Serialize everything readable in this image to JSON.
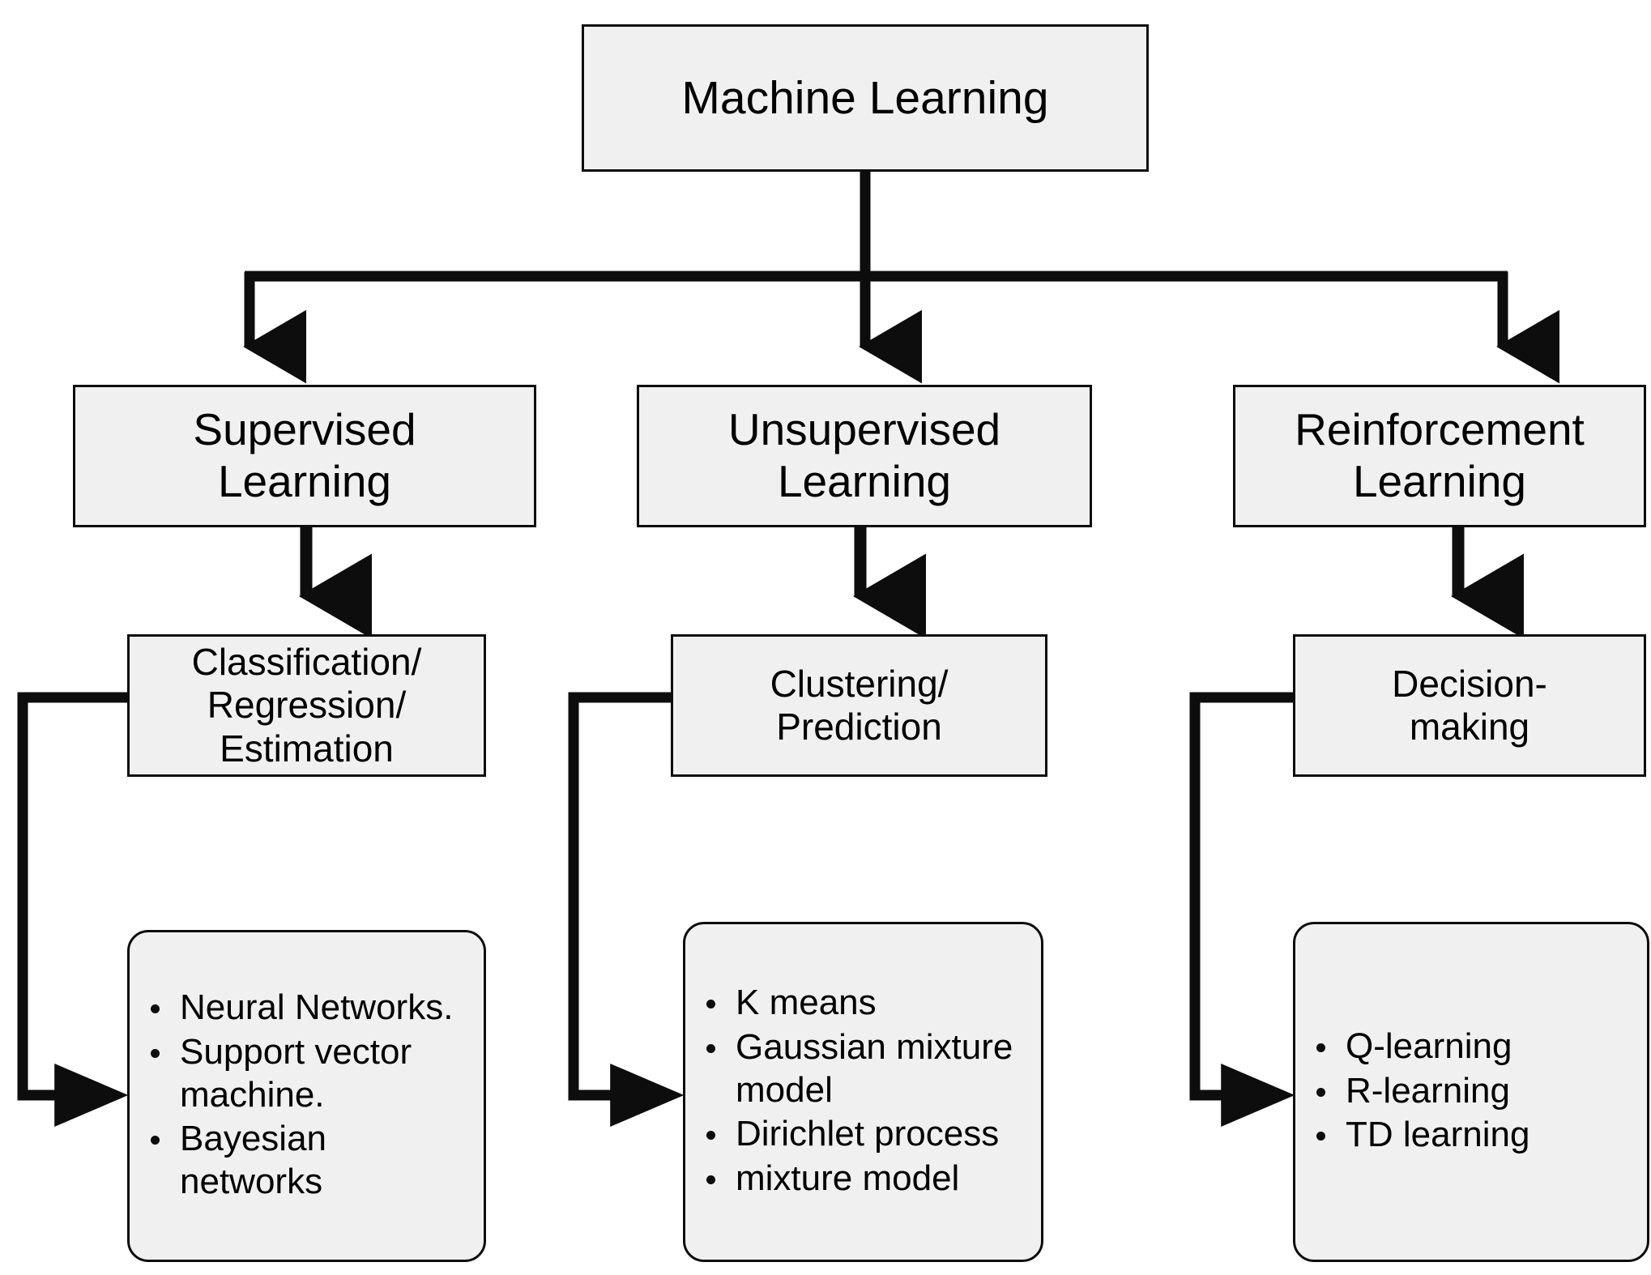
{
  "diagram": {
    "title": "Machine Learning",
    "style": {
      "box_fill": "#f0f0f0",
      "box_stroke": "#0d0d0d",
      "connector_color": "#0d0d0d",
      "page_background": "#ffffff"
    },
    "root": {
      "label": "Machine Learning"
    },
    "branches": [
      {
        "id": "supervised",
        "category_label": "Supervised\nLearning",
        "task_label": "Classification/\nRegression/\nEstimation",
        "methods_label": "methods-list",
        "methods": [
          "Neural Networks.",
          "Support vector machine.",
          "Bayesian networks"
        ]
      },
      {
        "id": "unsupervised",
        "category_label": "Unsupervised\nLearning",
        "task_label": "Clustering/\nPrediction",
        "methods_label": "methods-list",
        "methods": [
          "K means",
          "Gaussian mixture model",
          "Dirichlet process",
          "mixture model"
        ]
      },
      {
        "id": "reinforcement",
        "category_label": "Reinforcement\nLearning",
        "task_label": "Decision-\nmaking",
        "methods_label": "methods-list",
        "methods": [
          "Q-learning",
          "R-learning",
          "TD learning"
        ]
      }
    ]
  }
}
